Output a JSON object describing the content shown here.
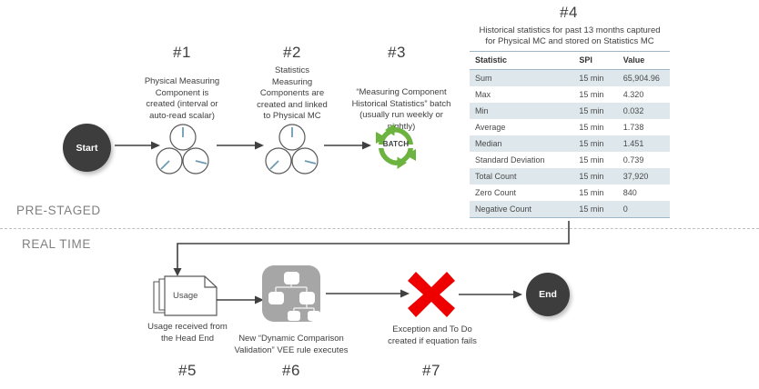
{
  "diagram": {
    "title_steps": {
      "s1": "#1",
      "s2": "#2",
      "s3": "#3",
      "s4": "#4",
      "s5": "#5",
      "s6": "#6",
      "s7": "#7"
    },
    "captions": {
      "step1": "Physical Measuring Component is created (interval  or auto-read scalar)",
      "step2": "Statistics Measuring Components are created and linked to Physical MC",
      "step3": "“Measuring Component Historical Statistics” batch (usually run weekly or nightly)",
      "step5": "Usage received from the Head End",
      "step6": "New “Dynamic Comparison Validation” VEE rule executes",
      "step7": "Exception and To Do created if equation fails"
    },
    "nodes": {
      "start": "Start",
      "end": "End",
      "batch": "BATCH",
      "usage": "Usage"
    },
    "lanes": {
      "pre_staged": "PRE-STAGED",
      "real_time": "REAL TIME"
    },
    "colors": {
      "node_fill": "#3d3d3d",
      "batch_green": "#6cb33f",
      "error_red": "#ee0000",
      "vee_gray": "#a6a6a6",
      "clock_hand": "#6e9ab2",
      "table_band": "#dde7ec",
      "table_rule": "#9fb6c4",
      "lane_text": "#808080",
      "connector": "#404040"
    }
  },
  "table": {
    "title_line1": "Historical statistics for past 13 months captured",
    "title_line2": "for Physical MC and stored on Statistics MC",
    "headers": [
      "Statistic",
      "SPI",
      "Value"
    ],
    "rows": [
      [
        "Sum",
        "15 min",
        "65,904.96"
      ],
      [
        "Max",
        "15 min",
        "4.320"
      ],
      [
        "Min",
        "15 min",
        "0.032"
      ],
      [
        "Average",
        "15 min",
        "1.738"
      ],
      [
        "Median",
        "15 min",
        "1.451"
      ],
      [
        "Standard Deviation",
        "15 min",
        "0.739"
      ],
      [
        "Total Count",
        "15 min",
        "37,920"
      ],
      [
        "Zero Count",
        "15 min",
        "840"
      ],
      [
        "Negative Count",
        "15 min",
        "0"
      ]
    ]
  }
}
